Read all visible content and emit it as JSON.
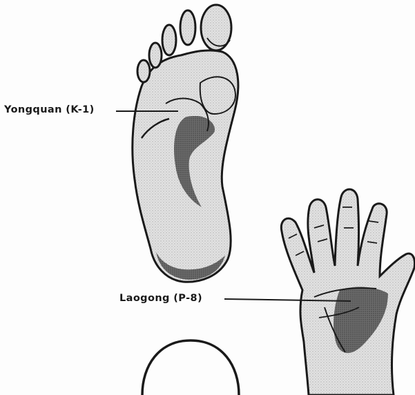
{
  "labels": {
    "yongquan": "Yongquan (K-1)",
    "laogong": "Laogong (P-8)"
  },
  "colors": {
    "ink": "#1a1a1a",
    "skin": "#d9d9d9",
    "shadow": "#5c5c5c",
    "paper": "#fdfdfd"
  },
  "figures": [
    "foot-sole",
    "hand-palm",
    "head-outline"
  ]
}
